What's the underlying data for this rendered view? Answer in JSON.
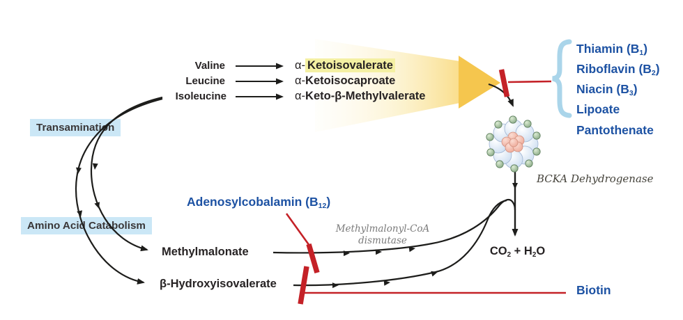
{
  "substrates": [
    "Valine",
    "Leucine",
    "Isoleucine"
  ],
  "keto_acids": [
    {
      "prefix": "α-",
      "name": "Ketoisovalerate"
    },
    {
      "prefix": "α-",
      "name": "Ketoisocaproate"
    },
    {
      "prefix": "α-",
      "name": "Keto-β-Methylvalerate"
    }
  ],
  "process_labels": {
    "transamination": "Transamination",
    "amino_acid_catabolism": "Amino Acid Catabolism"
  },
  "vitamins": [
    {
      "pre": "Thiamin (B",
      "sub": "1",
      "post": ")"
    },
    {
      "pre": "Riboflavin (B",
      "sub": "2",
      "post": ")"
    },
    {
      "pre": "Niacin (B",
      "sub": "3",
      "post": ")"
    },
    {
      "pre": "Lipoate",
      "sub": "",
      "post": ""
    },
    {
      "pre": "Pantothenate",
      "sub": "",
      "post": ""
    }
  ],
  "enzymes": {
    "bcka": "BCKA Dehydrogenase",
    "dismutase_line1": "Methylmalonyl-CoA",
    "dismutase_line2": "dismutase"
  },
  "cofactors": {
    "adenosylcobalamin_pre": "Adenosylcobalamin (B",
    "adenosylcobalamin_sub": "12",
    "adenosylcobalamin_post": ")",
    "biotin": "Biotin"
  },
  "metabolites": {
    "methylmalonate": "Methylmalonate",
    "beta_hydroxyisovalerate": "β-Hydroxyisovalerate"
  },
  "products": {
    "p1": "CO",
    "s1": "2",
    "p2": " + H",
    "s2": "2",
    "p3": "O"
  },
  "colors": {
    "vitamin_blue": "#1d52a3",
    "inhibition_red": "#c42127",
    "highlight_yellow": "#f4f0a3",
    "label_blue_bg": "#cbe7f6",
    "brace_blue": "#aad5ea",
    "beam_gold": "#f5c64e"
  }
}
